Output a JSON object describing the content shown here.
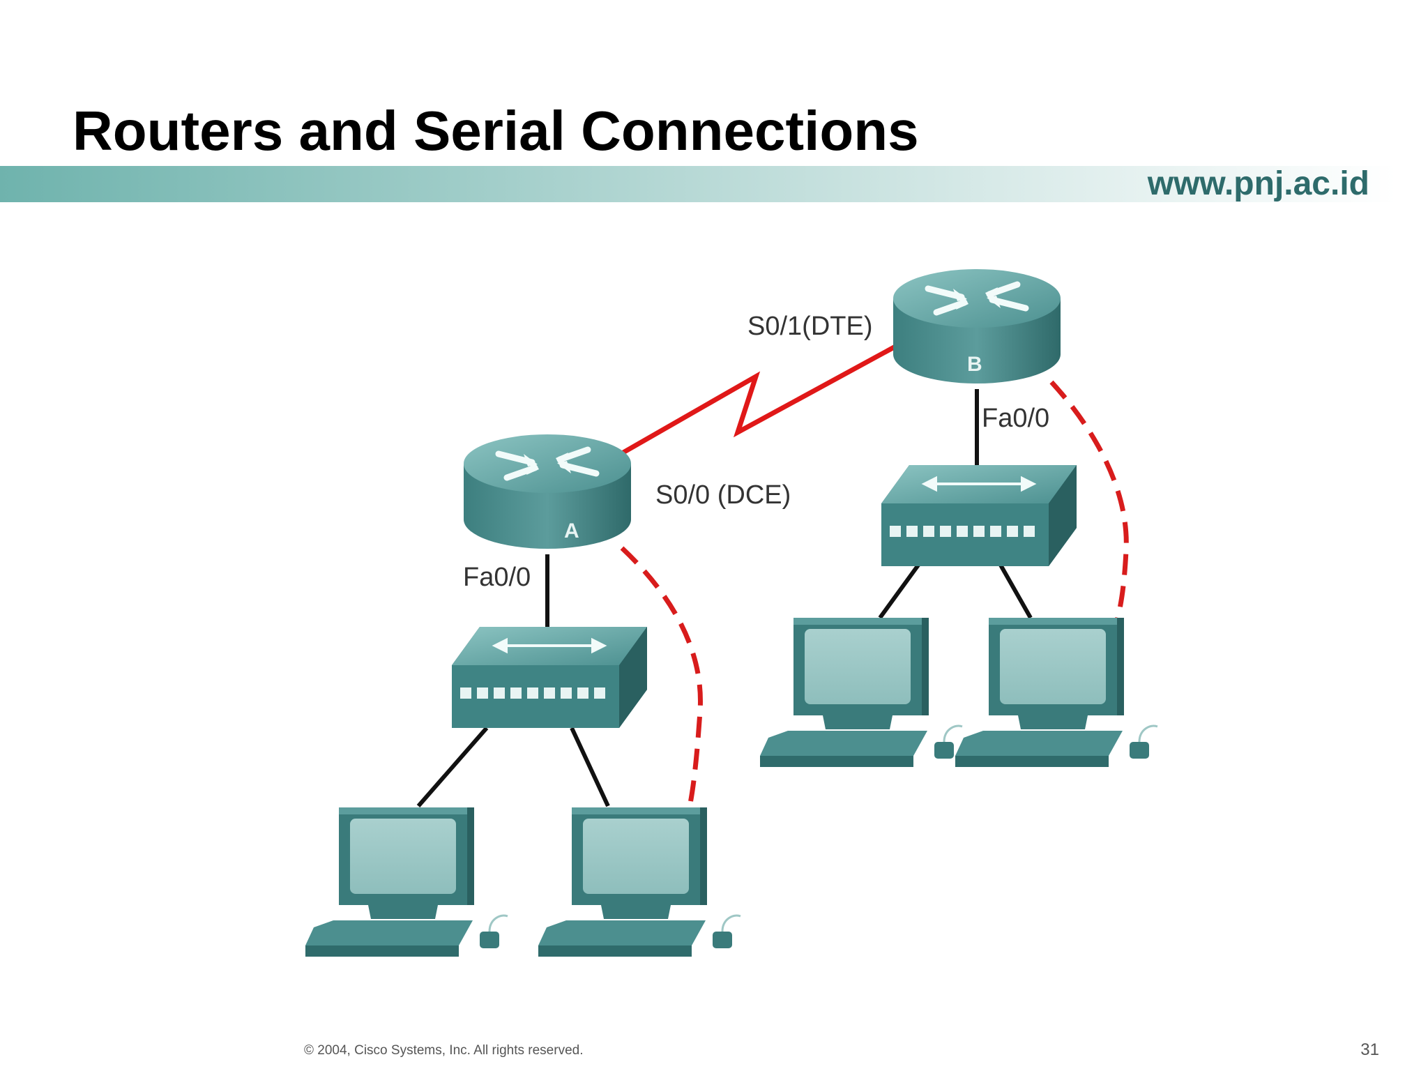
{
  "slide": {
    "title": "Routers and Serial Connections",
    "url": "www.pnj.ac.id",
    "copyright": "© 2004, Cisco Systems, Inc. All rights reserved.",
    "page_number": "31"
  },
  "diagram": {
    "routers": [
      {
        "label": "A",
        "lan_interface": "Fa0/0",
        "serial_interface": "S0/0 (DCE)"
      },
      {
        "label": "B",
        "lan_interface": "Fa0/0",
        "serial_interface": "S0/1(DTE)"
      }
    ],
    "colors": {
      "device": "#3f8585",
      "device_dark": "#2d6464",
      "serial_link": "#e01818",
      "console_link": "#d81c1c",
      "ethernet_link": "#111111"
    },
    "icons": [
      "router-icon",
      "switch-icon",
      "pc-icon"
    ]
  }
}
